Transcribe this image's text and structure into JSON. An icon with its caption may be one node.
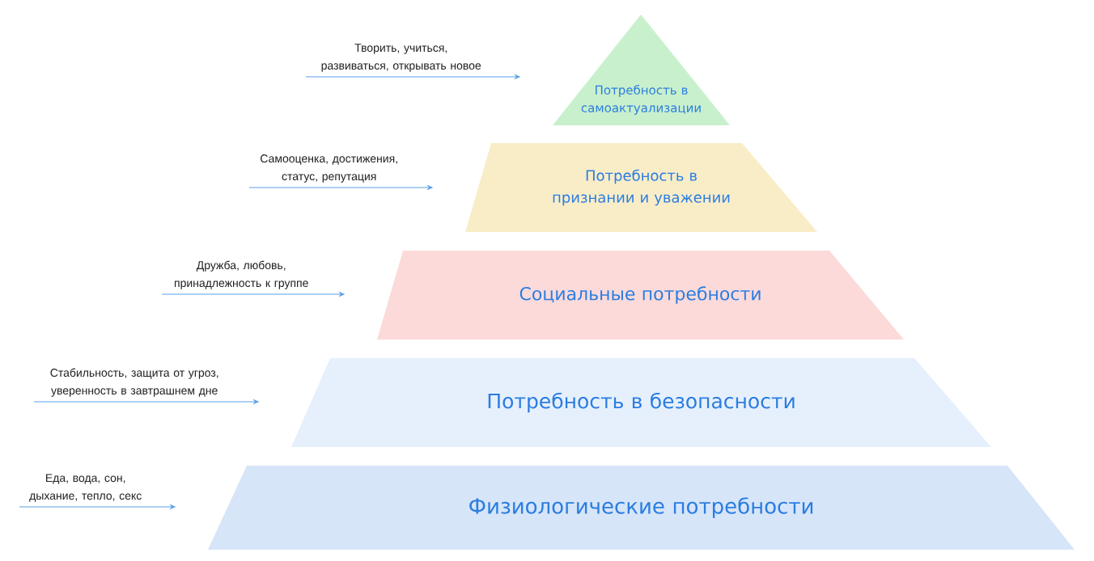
{
  "diagram": {
    "nodes": [
      {
        "text": [
          "Потребность в самоактуализации"
        ]
      },
      {
        "text": [
          "Потребность в признании и уважении"
        ]
      },
      {
        "text": [
          "Социальные потребности"
        ]
      },
      {
        "text": [
          "Потребность в безопасности"
        ]
      },
      {
        "text": [
          "Физиологические потребности"
        ]
      },
      {
        "text": [
          "Творить, учиться, развиваться, открывать новое"
        ]
      },
      {
        "text": [
          "Самооценка, достижения, статус, репутация"
        ]
      },
      {
        "text": [
          "Дружба, любовь, принадлежность к группе"
        ]
      },
      {
        "text": [
          "Стабильность, защита от угроз, уверенность в завтрашнем дне"
        ]
      },
      {
        "text": [
          "Еда, вода, сон, дыхание, тепло, секс"
        ]
      }
    ],
    "edges": [
      {
        "from": 5,
        "to": null,
        "arrow": "to"
      },
      {
        "from": 6,
        "to": null,
        "arrow": "to"
      },
      {
        "from": 7,
        "to": null,
        "arrow": "to"
      },
      {
        "from": 8,
        "to": null,
        "arrow": "to"
      },
      {
        "from": 9,
        "to": null,
        "arrow": "to"
      }
    ]
  }
}
